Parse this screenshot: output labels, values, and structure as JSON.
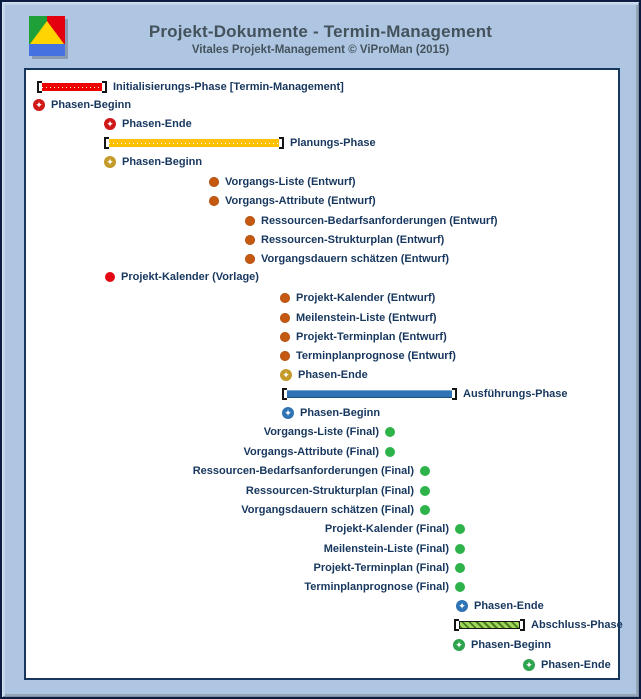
{
  "header": {
    "title": "Projekt-Dokumente - Termin-Management",
    "subtitle": "Vitales Projekt-Management © ViProMan  (2015)"
  },
  "icons": {
    "milestone_glyph": "✦",
    "logo": "green-red-square-with-yellow-triangle-and-blue-bar"
  },
  "colors": {
    "frame_background": "#AEC6E2",
    "panel_background": "#FFFFFF",
    "text_navy": "#17375E",
    "title_gray": "#44525C",
    "phase_init_red": "#EC0000",
    "phase_planning_yellow": "#FFC000",
    "phase_execution_blue": "#2E74B5",
    "phase_closing_green": "#9ED65A",
    "doc_draft_orange": "#C45911",
    "doc_template_red": "#E30613",
    "doc_final_green": "#2DB34A",
    "milestone_red": "#D01818",
    "milestone_gold": "#C49A2A",
    "milestone_blue": "#2E74B5",
    "milestone_green": "#2EA44E"
  },
  "diagram": {
    "items": [
      {
        "type": "phase-bar",
        "variant": "red",
        "label": "Initialisierungs-Phase [Termin-Management]"
      },
      {
        "type": "milestone",
        "variant": "red",
        "label": "Phasen-Beginn"
      },
      {
        "type": "milestone",
        "variant": "red",
        "label": "Phasen-Ende"
      },
      {
        "type": "phase-bar",
        "variant": "yellow",
        "label": "Planungs-Phase"
      },
      {
        "type": "milestone",
        "variant": "gold",
        "label": "Phasen-Beginn"
      },
      {
        "type": "document",
        "variant": "orange",
        "label": "Vorgangs-Liste (Entwurf)"
      },
      {
        "type": "document",
        "variant": "orange",
        "label": "Vorgangs-Attribute (Entwurf)"
      },
      {
        "type": "document",
        "variant": "orange",
        "label": "Ressourcen-Bedarfsanforderungen (Entwurf)"
      },
      {
        "type": "document",
        "variant": "orange",
        "label": "Ressourcen-Strukturplan (Entwurf)"
      },
      {
        "type": "document",
        "variant": "orange",
        "label": "Vorgangsdauern schätzen (Entwurf)"
      },
      {
        "type": "document",
        "variant": "red",
        "label": "Projekt-Kalender (Vorlage)"
      },
      {
        "type": "document",
        "variant": "orange",
        "label": "Projekt-Kalender (Entwurf)"
      },
      {
        "type": "document",
        "variant": "orange",
        "label": "Meilenstein-Liste (Entwurf)"
      },
      {
        "type": "document",
        "variant": "orange",
        "label": "Projekt-Terminplan (Entwurf)"
      },
      {
        "type": "document",
        "variant": "orange",
        "label": "Terminplanprognose (Entwurf)"
      },
      {
        "type": "milestone",
        "variant": "gold",
        "label": "Phasen-Ende"
      },
      {
        "type": "phase-bar",
        "variant": "blue",
        "label": "Ausführungs-Phase"
      },
      {
        "type": "milestone",
        "variant": "blue",
        "label": "Phasen-Beginn"
      },
      {
        "type": "document",
        "variant": "green",
        "label": "Vorgangs-Liste (Final)"
      },
      {
        "type": "document",
        "variant": "green",
        "label": "Vorgangs-Attribute (Final)"
      },
      {
        "type": "document",
        "variant": "green",
        "label": "Ressourcen-Bedarfsanforderungen (Final)"
      },
      {
        "type": "document",
        "variant": "green",
        "label": "Ressourcen-Strukturplan (Final)"
      },
      {
        "type": "document",
        "variant": "green",
        "label": "Vorgangsdauern schätzen (Final)"
      },
      {
        "type": "document",
        "variant": "green",
        "label": "Projekt-Kalender (Final)"
      },
      {
        "type": "document",
        "variant": "green",
        "label": "Meilenstein-Liste (Final)"
      },
      {
        "type": "document",
        "variant": "green",
        "label": "Projekt-Terminplan (Final)"
      },
      {
        "type": "document",
        "variant": "green",
        "label": "Terminplanprognose (Final)"
      },
      {
        "type": "milestone",
        "variant": "blue",
        "label": "Phasen-Ende"
      },
      {
        "type": "phase-bar",
        "variant": "green",
        "label": "Abschluss-Phase"
      },
      {
        "type": "milestone",
        "variant": "green",
        "label": "Phasen-Beginn"
      },
      {
        "type": "milestone",
        "variant": "green",
        "label": "Phasen-Ende"
      }
    ]
  }
}
